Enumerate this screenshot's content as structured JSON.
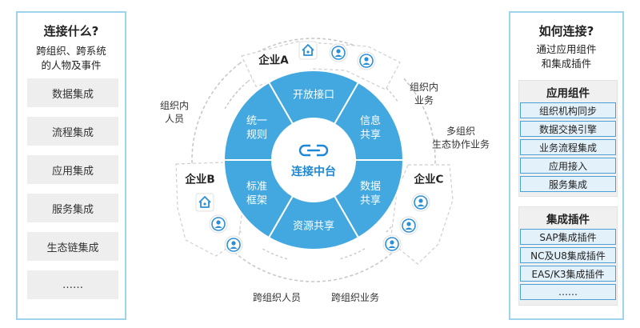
{
  "left": {
    "title": "连接什么?",
    "subtitle_line1": "跨组织、跨系统",
    "subtitle_line2": "的人物及事件",
    "items": [
      "数据集成",
      "流程集成",
      "应用集成",
      "服务集成",
      "生态链集成",
      "……"
    ]
  },
  "right": {
    "title": "如何连接?",
    "subtitle_line1": "通过应用组件",
    "subtitle_line2": "和集成插件",
    "group1": {
      "title": "应用组件",
      "items": [
        "组织机构同步",
        "数据交换引擎",
        "业务流程集成",
        "应用接入",
        "服务集成"
      ]
    },
    "group2": {
      "title": "集成插件",
      "items": [
        "SAP集成插件",
        "NC及U8集成插件",
        "EAS/K3集成插件",
        "……"
      ]
    }
  },
  "center": {
    "hub_label": "连接中台",
    "segments": [
      "开放接口",
      "信息\n共享",
      "数据\n共享",
      "资源共享",
      "标准\n框架",
      "统一\n规则"
    ]
  },
  "enterprises": {
    "a": "企业A",
    "b": "企业B",
    "c": "企业C"
  },
  "connections": {
    "ab": "组织内\n人员",
    "ac": "组织内\n业务",
    "ac_outer": "多组织\n生态协作业务",
    "bottom_left": "跨组织人员",
    "bottom_right": "跨组织业务"
  },
  "colors": {
    "ring": "#42a8df",
    "ring_divider": "#ffffff",
    "hub_text": "#1e88d2",
    "panel_border": "#9ed3ee",
    "icon_blue": "#2b8fd6"
  }
}
